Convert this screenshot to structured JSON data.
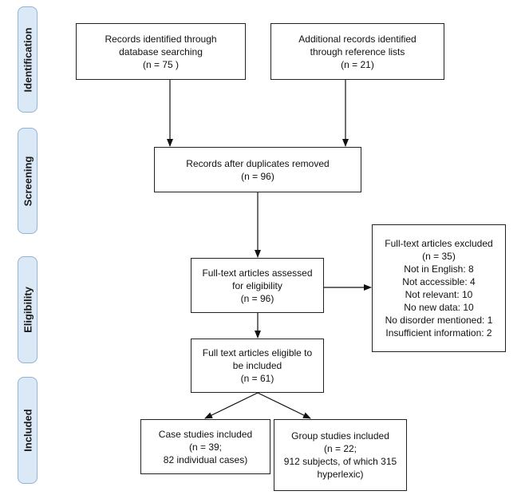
{
  "stages": {
    "identification": "Identification",
    "screening": "Screening",
    "eligibility": "Eligibility",
    "included": "Included"
  },
  "boxes": {
    "database_search": {
      "line1": "Records identified through",
      "line2": "database searching",
      "line3": "(n = 75 )"
    },
    "reference_lists": {
      "line1": "Additional records identified",
      "line2": "through reference lists",
      "line3": "(n =  21)"
    },
    "duplicates_removed": {
      "line1": "Records after duplicates removed",
      "line2": "(n = 96)"
    },
    "assessed": {
      "line1": "Full-text articles assessed",
      "line2": "for eligibility",
      "line3": "(n = 96)"
    },
    "excluded": {
      "line1": "Full-text articles excluded",
      "line2": "(n = 35)",
      "line3": "Not in English: 8",
      "line4": "Not accessible: 4",
      "line5": "Not relevant: 10",
      "line6": "No new data: 10",
      "line7": "No disorder mentioned: 1",
      "line8": "Insufficient information: 2"
    },
    "eligible": {
      "line1": "Full text articles eligible to",
      "line2": "be included",
      "line3": "(n = 61)"
    },
    "case_studies": {
      "line1": "Case studies included",
      "line2": "(n = 39;",
      "line3": "82 individual cases)"
    },
    "group_studies": {
      "line1": "Group studies included",
      "line2": "(n = 22;",
      "line3": "912 subjects, of which 315",
      "line4": "hyperlexic)"
    }
  },
  "colors": {
    "stage_fill": "#dbe8f6",
    "stage_border": "#8fb3d9",
    "box_border": "#222222",
    "arrow": "#111111"
  }
}
